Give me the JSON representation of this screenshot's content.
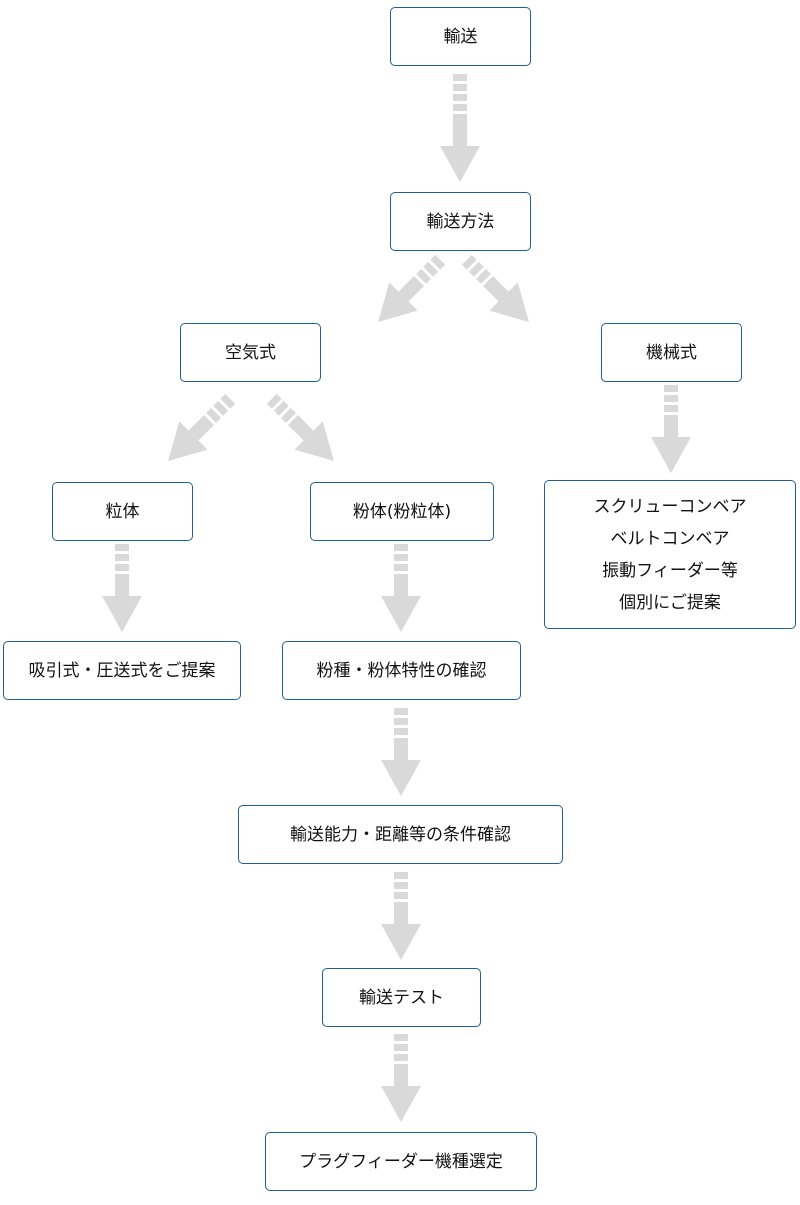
{
  "nodes": {
    "transport": "輸送",
    "method": "輸送方法",
    "pneumatic": "空気式",
    "mechanical": "機械式",
    "granular": "粒体",
    "powder": "粉体(粉粒体)",
    "mechanical_options": [
      "スクリューコンベア",
      "ベルトコンベア",
      "振動フィーダー等",
      "個別にご提案"
    ],
    "suction_proposal": "吸引式・圧送式をご提案",
    "powder_check": "粉種・粉体特性の確認",
    "conditions_check": "輸送能力・距離等の条件確認",
    "transport_test": "輸送テスト",
    "feeder_select": "プラグフィーダー機種選定"
  },
  "colors": {
    "box_border": "#1f5f99",
    "arrow": "#d9d9d9"
  }
}
